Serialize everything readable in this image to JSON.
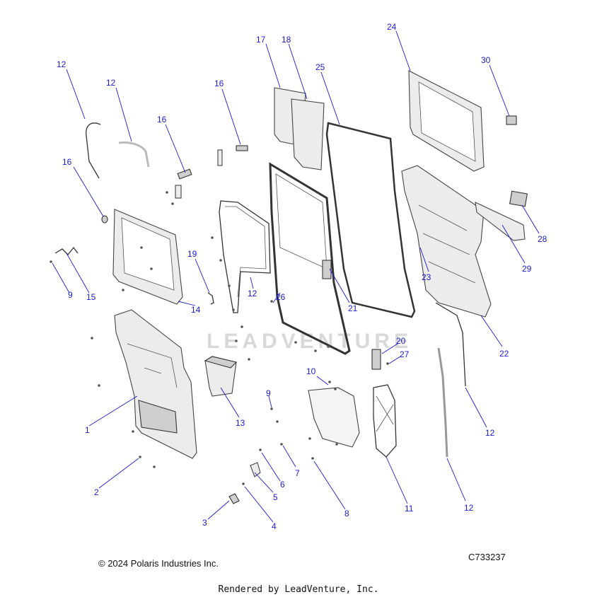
{
  "callouts": [
    {
      "id": "c12a",
      "label": "12"
    },
    {
      "id": "c12b",
      "label": "12"
    },
    {
      "id": "c16a",
      "label": "16"
    },
    {
      "id": "c16b",
      "label": "16"
    },
    {
      "id": "c16c",
      "label": "16"
    },
    {
      "id": "c17",
      "label": "17"
    },
    {
      "id": "c18",
      "label": "18"
    },
    {
      "id": "c24",
      "label": "24"
    },
    {
      "id": "c25",
      "label": "25"
    },
    {
      "id": "c30",
      "label": "30"
    },
    {
      "id": "c28",
      "label": "28"
    },
    {
      "id": "c29",
      "label": "29"
    },
    {
      "id": "c23",
      "label": "23"
    },
    {
      "id": "c22",
      "label": "22"
    },
    {
      "id": "c9a",
      "label": "9"
    },
    {
      "id": "c15",
      "label": "15"
    },
    {
      "id": "c14",
      "label": "14"
    },
    {
      "id": "c19",
      "label": "19"
    },
    {
      "id": "c12c",
      "label": "12"
    },
    {
      "id": "c26",
      "label": "26"
    },
    {
      "id": "c21",
      "label": "21"
    },
    {
      "id": "c20",
      "label": "20"
    },
    {
      "id": "c27",
      "label": "27"
    },
    {
      "id": "c10",
      "label": "10"
    },
    {
      "id": "c1",
      "label": "1"
    },
    {
      "id": "c13",
      "label": "13"
    },
    {
      "id": "c9b",
      "label": "9"
    },
    {
      "id": "c2",
      "label": "2"
    },
    {
      "id": "c6",
      "label": "6"
    },
    {
      "id": "c5",
      "label": "5"
    },
    {
      "id": "c7",
      "label": "7"
    },
    {
      "id": "c3",
      "label": "3"
    },
    {
      "id": "c4",
      "label": "4"
    },
    {
      "id": "c8",
      "label": "8"
    },
    {
      "id": "c11",
      "label": "11"
    },
    {
      "id": "c12d",
      "label": "12"
    },
    {
      "id": "c12e",
      "label": "12"
    }
  ],
  "watermark": "LEADVENTURE",
  "footer": {
    "copyright": "© 2024 Polaris Industries Inc.",
    "part_number": "C733237",
    "rendered_by": "Rendered by LeadVenture, Inc."
  }
}
